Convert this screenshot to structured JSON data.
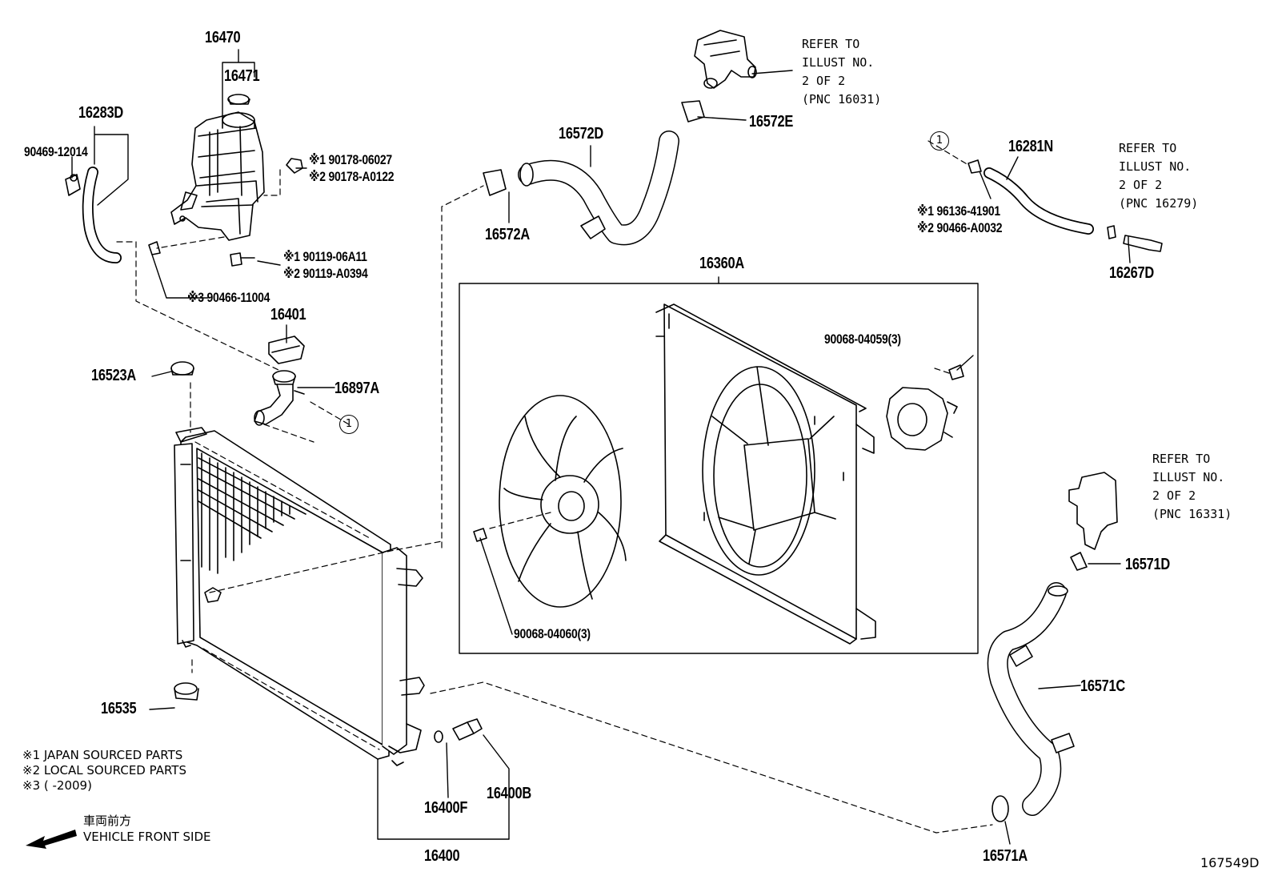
{
  "parts": {
    "p16470": "16470",
    "p16471": "16471",
    "p16283D": "16283D",
    "p90469": "90469-12014",
    "p90178a": "※1 90178-06027",
    "p90178b": "※2 90178-A0122",
    "p90119a": "※1 90119-06A11",
    "p90119b": "※2 90119-A0394",
    "p90466": "※3 90466-11004",
    "p16401": "16401",
    "p16897A": "16897A",
    "p16523A": "16523A",
    "p16572D": "16572D",
    "p16572E": "16572E",
    "p16572A": "16572A",
    "p16281N": "16281N",
    "p96136": "※1 96136-41901",
    "p90466b": "※2 90466-A0032",
    "p16267D": "16267D",
    "p16360A": "16360A",
    "p90068a": "90068-04059(3)",
    "p90068b": "90068-04060(3)",
    "p16571D": "16571D",
    "p16571C": "16571C",
    "p16571A": "16571A",
    "p16535": "16535",
    "p16400B": "16400B",
    "p16400F": "16400F",
    "p16400": "16400"
  },
  "refers": [
    {
      "line1": "REFER TO",
      "line2": "ILLUST NO.",
      "line3": "2 OF 2",
      "line4": "(PNC 16031)"
    },
    {
      "line1": "REFER TO",
      "line2": "ILLUST NO.",
      "line3": "2 OF 2",
      "line4": "(PNC 16279)"
    },
    {
      "line1": "REFER TO",
      "line2": "ILLUST NO.",
      "line3": "2 OF 2",
      "line4": "(PNC 16331)"
    }
  ],
  "circle_marker": "1",
  "notes": {
    "n1": "※1  JAPAN SOURCED PARTS",
    "n2": "※2  LOCAL SOURCED PARTS",
    "n3": "※3 (        -2009)",
    "front_jp": "車両前方",
    "front_en": "VEHICLE FRONT SIDE"
  },
  "illustration_id": "167549D"
}
